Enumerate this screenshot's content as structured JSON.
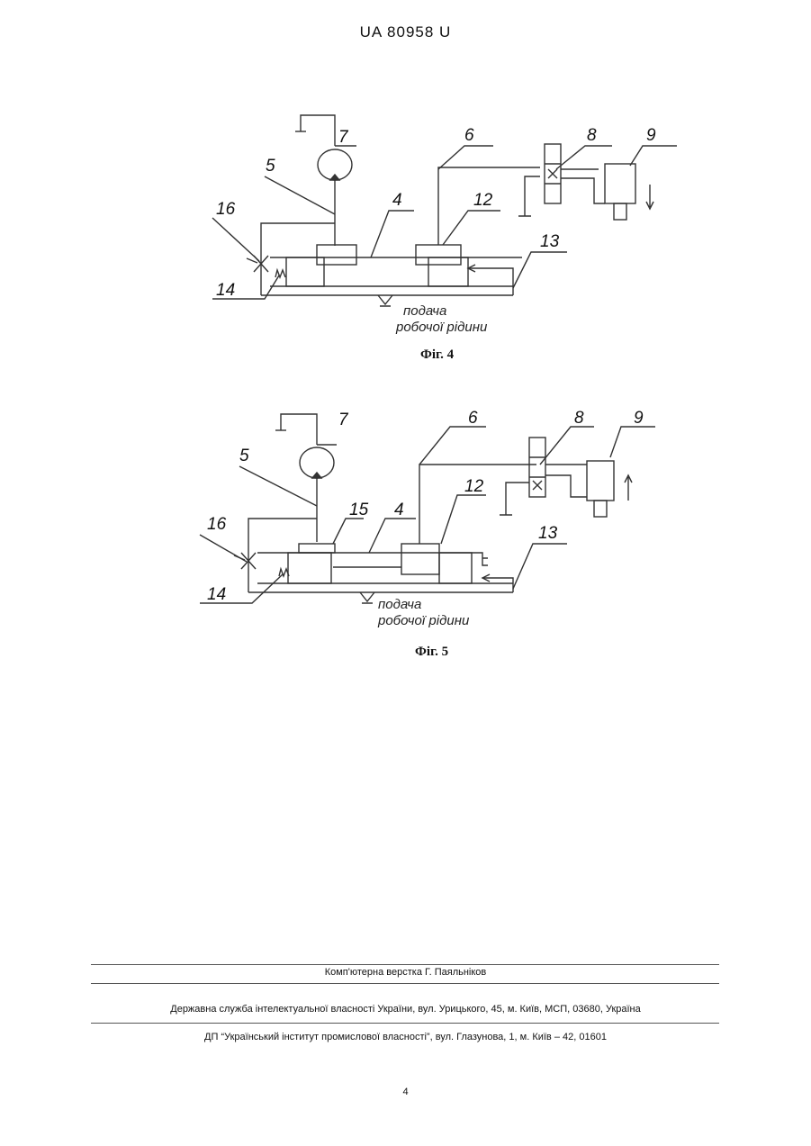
{
  "header": {
    "doc_id": "UA   80958   U"
  },
  "figures": [
    {
      "caption": "Фіг. 4",
      "labels": {
        "n5": "5",
        "n6": "6",
        "n7": "7",
        "n8": "8",
        "n9": "9",
        "n4": "4",
        "n12": "12",
        "n13": "13",
        "n14": "14",
        "n16": "16"
      },
      "supply_line1": "подача",
      "supply_line2": "робочої рідини"
    },
    {
      "caption": "Фіг. 5",
      "labels": {
        "n5": "5",
        "n6": "6",
        "n7": "7",
        "n8": "8",
        "n9": "9",
        "n4": "4",
        "n12": "12",
        "n13": "13",
        "n14": "14",
        "n15": "15",
        "n16": "16"
      },
      "supply_line1": "подача",
      "supply_line2": "робочої рідини"
    }
  ],
  "footer": {
    "layout_credit": "Комп'ютерна верстка Г. Паяльніков",
    "agency": "Державна служба інтелектуальної власності України, вул. Урицького, 45, м. Київ, МСП, 03680, Україна",
    "publisher": "ДП “Український інститут промислової власності”, вул. Глазунова, 1, м. Київ – 42, 01601"
  },
  "page_number": "4"
}
